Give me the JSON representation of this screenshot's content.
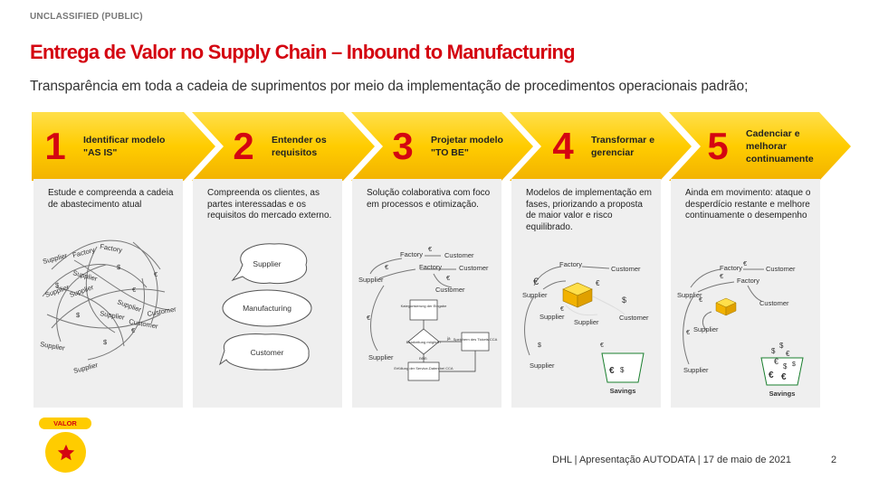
{
  "classification": "UNCLASSIFIED (PUBLIC)",
  "title": "Entrega de Valor no Supply Chain – Inbound to Manufacturing",
  "subtitle": "Transparência em toda a cadeia de suprimentos por meio da implementação de procedimentos operacionais padrão;",
  "colors": {
    "brand_red": "#d40511",
    "brand_yellow": "#ffcc00",
    "panel_gray": "#efefef",
    "savings_green": "#1a7f2e"
  },
  "steps": [
    {
      "number": "1",
      "title": "Identificar modelo \"AS IS\"",
      "description": "Estude e compreenda a cadeia de abastecimento atual"
    },
    {
      "number": "2",
      "title": "Entender os requisitos",
      "description": "Compreenda os clientes, as partes interessadas e os requisitos do mercado externo."
    },
    {
      "number": "3",
      "title": "Projetar modelo \"TO BE\"",
      "description": "Solução colaborativa com foco em processos e otimização."
    },
    {
      "number": "4",
      "title": "Transformar e gerenciar",
      "description": "Modelos de implementação em fases, priorizando a proposta de maior valor e risco equilibrado."
    },
    {
      "number": "5",
      "title": "Cadenciar e melhorar continuamente",
      "description": "Ainda em movimento: ataque o desperdício restante e melhore continuamente o desempenho"
    }
  ],
  "diagram": {
    "supplier": "Supplier",
    "factory": "Factory",
    "customer": "Customer",
    "manufacturing": "Manufacturing",
    "savings": "Savings",
    "euro": "€",
    "dollar": "$",
    "flow_box_1": "Kategorisierung der Eingabe",
    "flow_decision": "Bearbeitung möglich?",
    "flow_box_2": "Speichern des Tickets CCA",
    "flow_box_3": "Erfüllung der Service-Daten bei CCA",
    "flow_ja": "ja",
    "flow_nein": "nein"
  },
  "valor_label": "VALOR",
  "footer": "DHL | Apresentação AUTODATA | 17 de maio de 2021",
  "page_number": "2"
}
